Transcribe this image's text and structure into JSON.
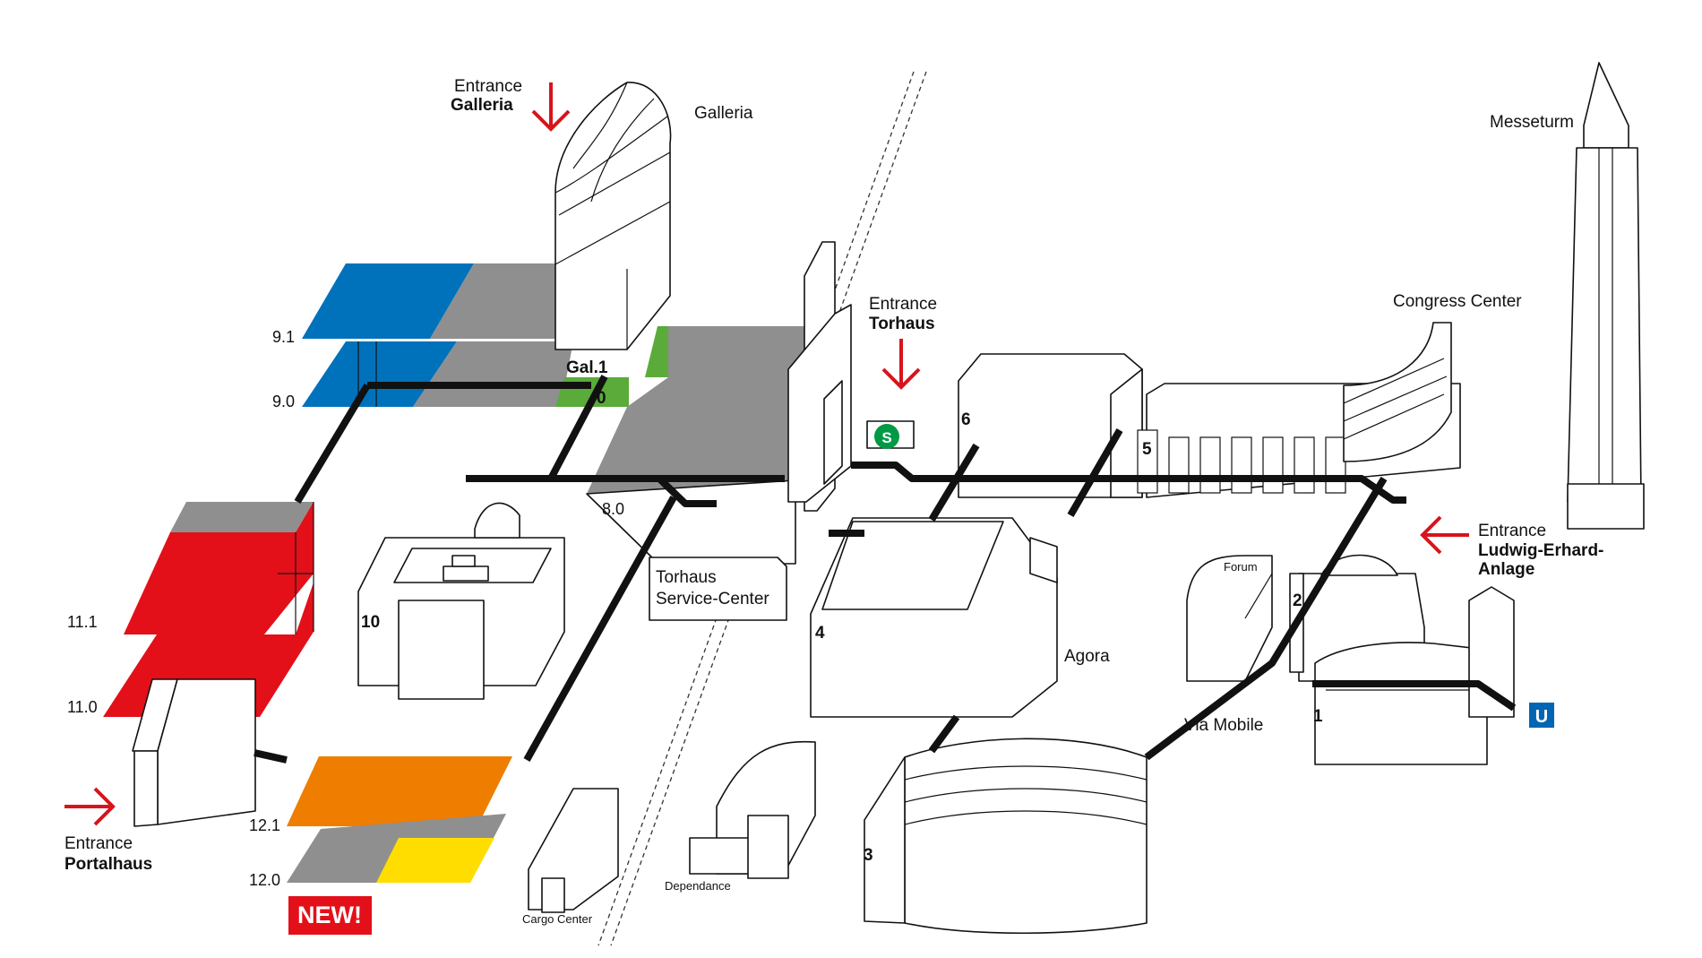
{
  "colors": {
    "blue": "#0072bc",
    "grey": "#8f8f8f",
    "green": "#5aab3a",
    "red": "#e3101a",
    "orange": "#ee7d00",
    "yellow": "#ffdd00",
    "arrow_red": "#d7141c",
    "s_bahn_green": "#009a46",
    "u_bahn_blue": "#0066b3"
  },
  "entrances": {
    "galleria": {
      "line1": "Entrance",
      "line2": "Galleria"
    },
    "torhaus": {
      "line1": "Entrance",
      "line2": "Torhaus"
    },
    "portalhaus": {
      "line1": "Entrance",
      "line2": "Portalhaus"
    },
    "ludwig": {
      "line1": "Entrance",
      "line2": "Ludwig-Erhard-",
      "line3": "Anlage"
    }
  },
  "buildings": {
    "galleria": "Galleria",
    "messeturm": "Messeturm",
    "congress_center": "Congress Center",
    "torhaus_service": {
      "line1": "Torhaus",
      "line2": "Service-Center"
    },
    "agora": "Agora",
    "forum": "Forum",
    "via_mobile": "Via Mobile",
    "dependance": "Dependance",
    "cargo_center": "Cargo Center"
  },
  "halls": {
    "h1": "1",
    "h2": "2",
    "h3": "3",
    "h4": "4",
    "h5": "5",
    "h6": "6",
    "h10": "10",
    "gal1": "Gal.1",
    "zero": "0"
  },
  "levels": {
    "l91": "9.1",
    "l90": "9.0",
    "l80": "8.0",
    "l111": "11.1",
    "l110": "11.0",
    "l121": "12.1",
    "l120": "12.0"
  },
  "badges": {
    "new": "NEW!",
    "s_bahn": "S",
    "u_bahn": "U"
  }
}
